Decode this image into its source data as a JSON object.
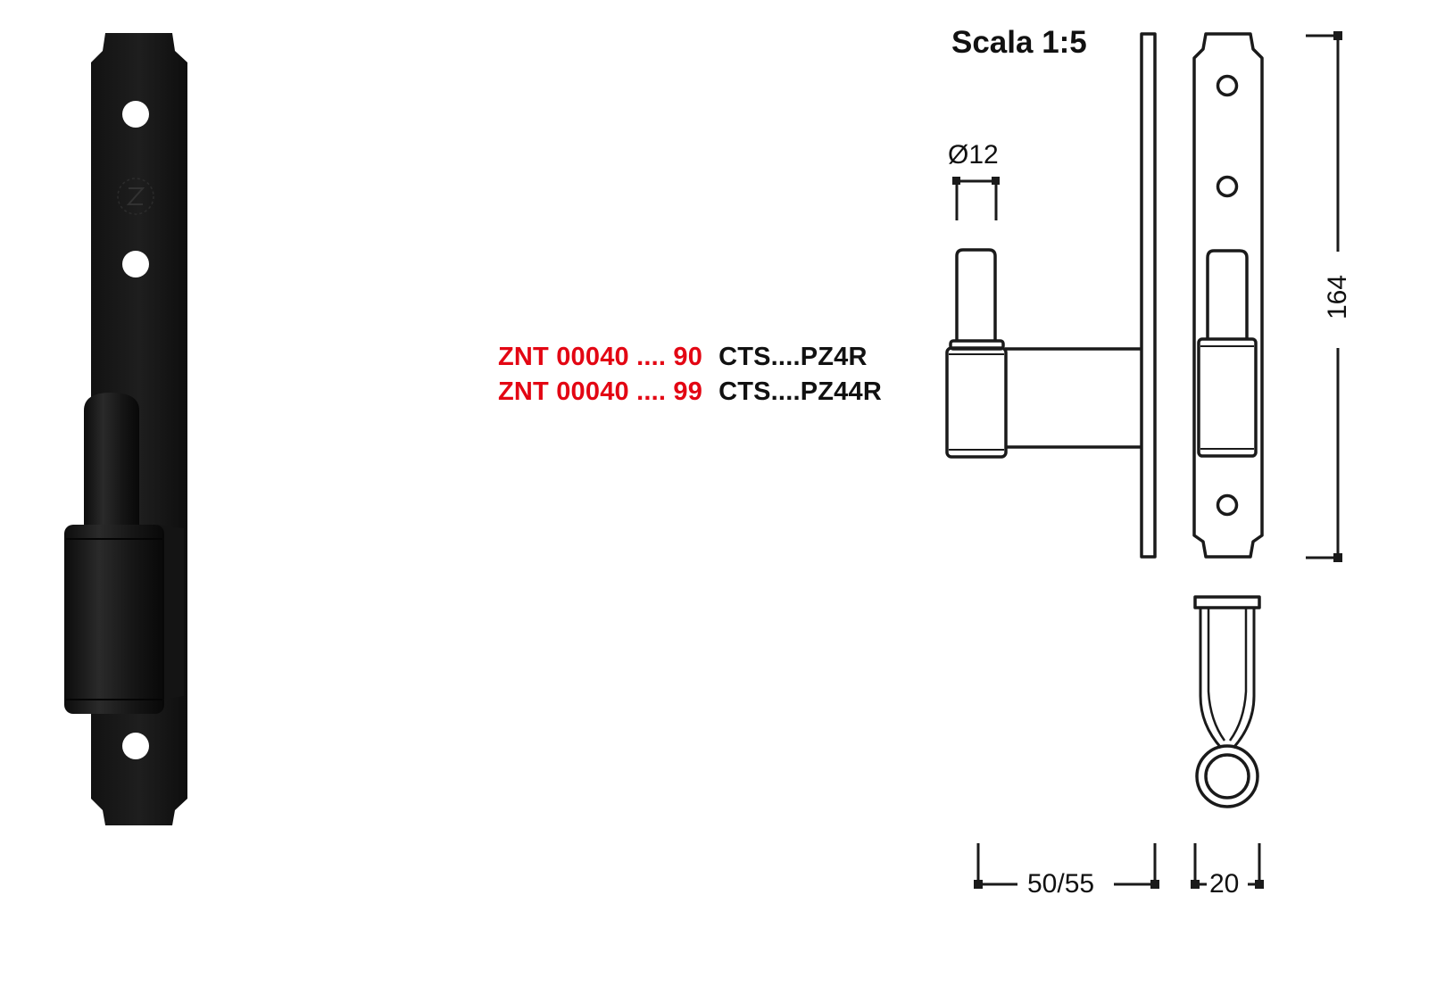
{
  "scale_label": "Scala 1:5",
  "product_codes": [
    {
      "code": "ZNT 00040 .... 90",
      "ref": "CTS....PZ4R"
    },
    {
      "code": "ZNT 00040 .... 99",
      "ref": "CTS....PZ44R"
    }
  ],
  "dimensions": {
    "pin_diameter": "Ø12",
    "height": "164",
    "projection": "50/55",
    "width": "20"
  },
  "colors": {
    "code_red": "#e30613",
    "text": "#111111",
    "hinge_black": "#161616",
    "drawing_line": "#1a1a1a"
  }
}
